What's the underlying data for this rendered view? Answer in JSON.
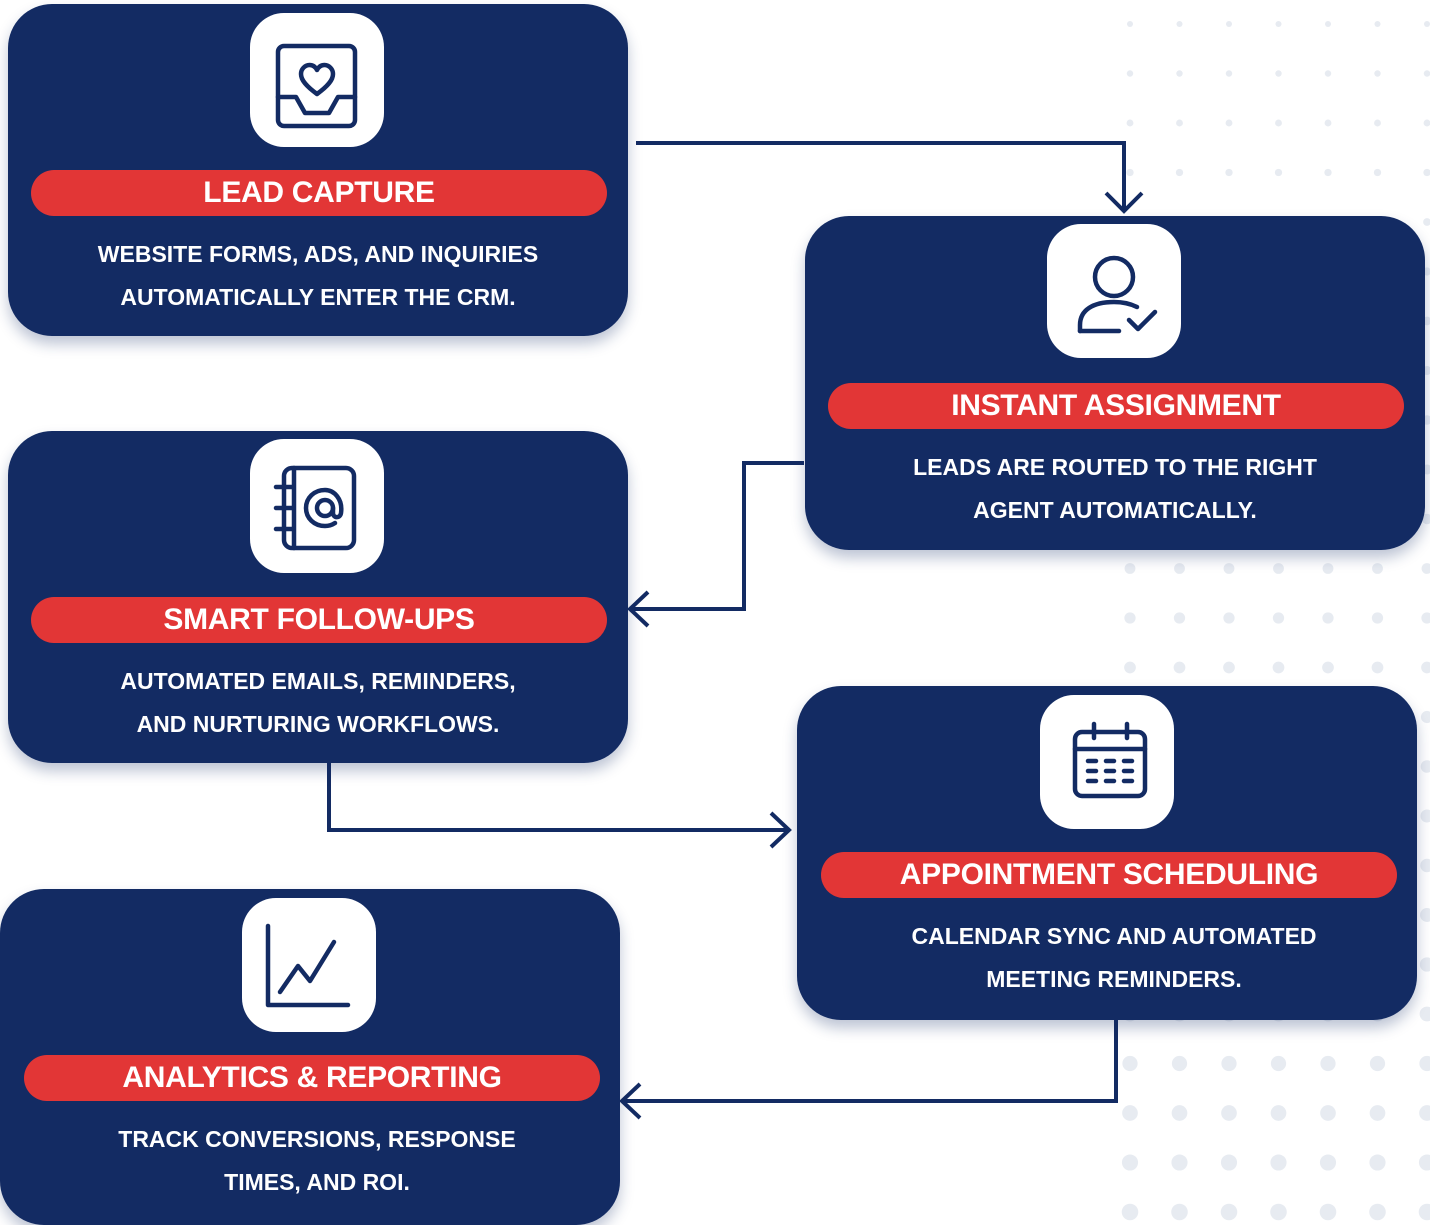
{
  "colors": {
    "card": "#132b63",
    "accent": "#e23636",
    "tile": "#ffffff",
    "dots": "#e7ebf1"
  },
  "steps": [
    {
      "icon": "inbox-heart-icon",
      "title": "LEAD CAPTURE",
      "desc_line1": "WEBSITE FORMS, ADS, AND INQUIRIES",
      "desc_line2": "AUTOMATICALLY ENTER THE CRM."
    },
    {
      "icon": "user-check-icon",
      "title": "INSTANT ASSIGNMENT",
      "desc_line1": "LEADS ARE ROUTED TO THE RIGHT",
      "desc_line2": "AGENT AUTOMATICALLY."
    },
    {
      "icon": "contact-book-at-icon",
      "title": "SMART FOLLOW-UPS",
      "desc_line1": "AUTOMATED EMAILS, REMINDERS,",
      "desc_line2": "AND NURTURING WORKFLOWS."
    },
    {
      "icon": "calendar-icon",
      "title": "APPOINTMENT SCHEDULING",
      "desc_line1": "CALENDAR SYNC AND AUTOMATED",
      "desc_line2": "MEETING REMINDERS."
    },
    {
      "icon": "line-chart-icon",
      "title": "ANALYTICS & REPORTING",
      "desc_line1": "TRACK CONVERSIONS, RESPONSE",
      "desc_line2": "TIMES, AND ROI."
    }
  ]
}
